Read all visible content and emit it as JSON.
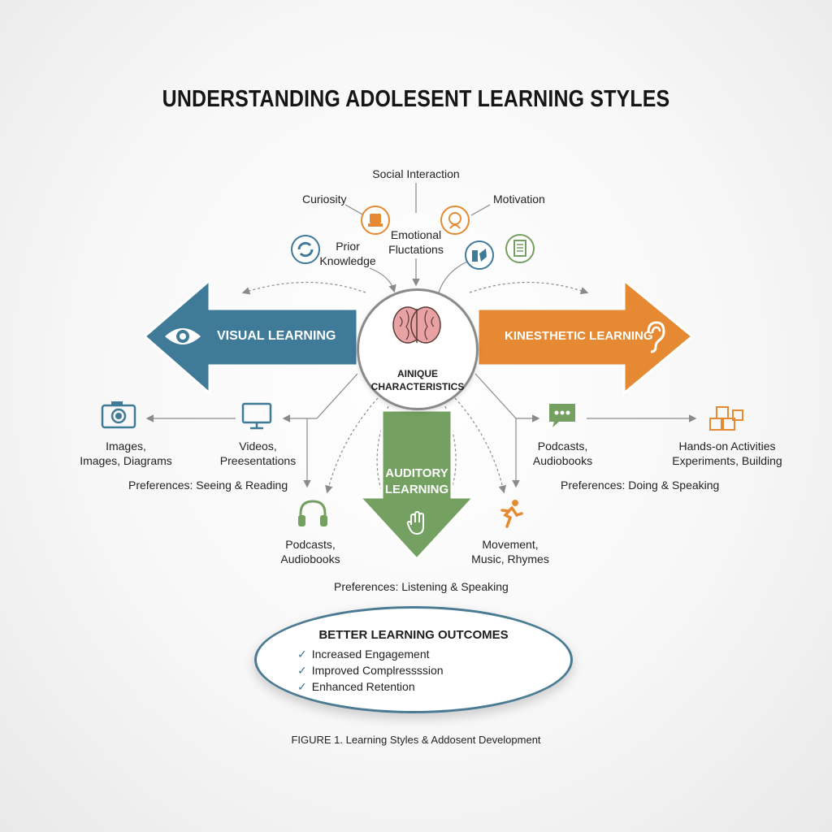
{
  "title": "UNDERSTANDING ADOLESENT LEARNING STYLES",
  "factors": {
    "social": "Social Interaction",
    "curiosity": "Curiosity",
    "motivation": "Motivation",
    "emotional": "Emotional\nFluctations",
    "prior": "Prior\nKnowledge"
  },
  "center": {
    "label": "AINIQUE\nCHARACTERISTICS"
  },
  "visual": {
    "label": "VISUAL LEARNING",
    "item1": "Images,\nImages, Diagrams",
    "item2": "Videos,\nPreesentations",
    "pref": "Preferences: Seeing & Reading"
  },
  "kinesthetic": {
    "label": "KINESTHETIC LEARNING",
    "item1": "Podcasts,\nAudiobooks",
    "item2": "Hands-on Activities\nExperiments, Building",
    "pref": "Preferences: Doing & Speaking"
  },
  "auditory": {
    "label": "AUDITORY\nLEARNING",
    "item1": "Podcasts,\nAudiobooks",
    "item2": "Movement,\nMusic, Rhymes",
    "pref": "Preferences: Listening & Speaking"
  },
  "outcomes": {
    "title": "BETTER LEARNING OUTCOMES",
    "items": [
      "Increased Engagement",
      "Improved Complressssion",
      "Enhanced Retention"
    ]
  },
  "caption": "FIGURE 1. Learning Styles & Addosent Development",
  "colors": {
    "blue": "#3f7a98",
    "orange": "#e58a32",
    "green": "#74a061",
    "gray": "#8a8a8a"
  }
}
